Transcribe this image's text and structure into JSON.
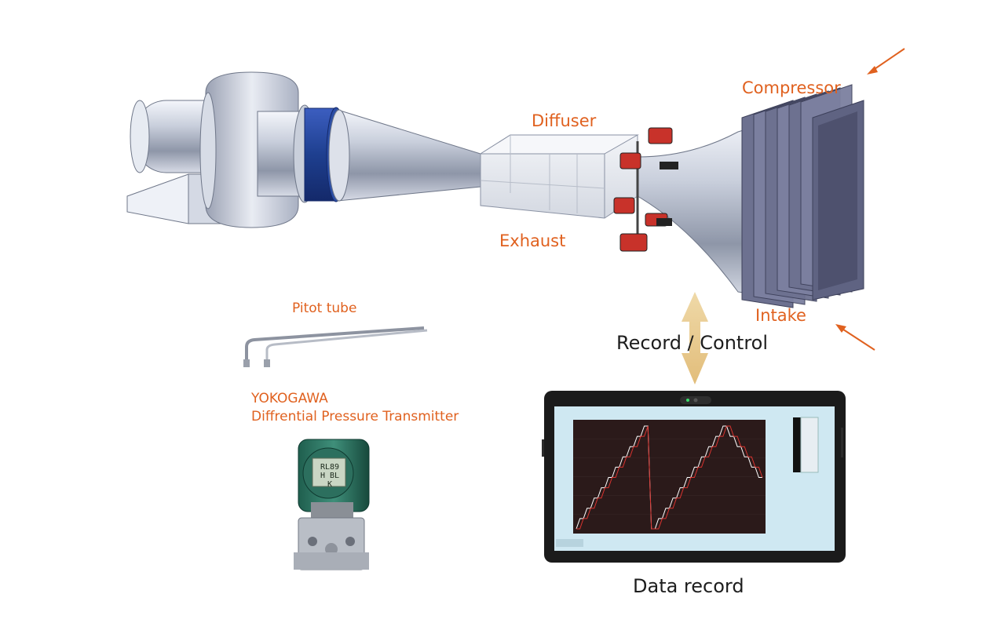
{
  "labels": {
    "compressor": "Compressor",
    "diffuser": "Diffuser",
    "exhaust": "Exhaust",
    "intake": "Intake",
    "pitot_tube": "Pitot tube",
    "transmitter_brand": "YOKOGAWA",
    "transmitter_name": "Diffrential Pressure Transmitter",
    "record_control": "Record / Control",
    "data_record": "Data record"
  },
  "transmitter_display": {
    "line1": "RL89",
    "line2": "H BL K"
  },
  "colors": {
    "label_orange": "#e0611f",
    "arrow_orange": "#e0611f",
    "duct_blue": "#1e3f8f",
    "double_arrow": "#e8c98a",
    "screen_bg": "#cfe8f2",
    "plot_bg": "#2b1a1a",
    "trace_white": "#ffffff",
    "trace_red": "#d8322e"
  },
  "chart_data": {
    "type": "line",
    "series": [
      {
        "values": [
          0,
          1,
          1,
          2,
          2,
          3,
          3,
          4,
          4,
          5,
          5,
          6,
          6,
          7,
          7,
          8,
          8,
          9,
          9,
          10,
          10,
          0,
          0,
          1,
          1,
          2,
          2,
          3,
          3,
          4,
          4,
          5,
          5,
          6,
          6,
          7,
          7,
          8,
          8,
          9,
          9,
          10,
          10,
          9,
          9,
          8,
          8,
          7,
          7,
          6,
          6,
          5,
          5
        ]
      },
      {
        "values": [
          0,
          0,
          1,
          1,
          2,
          2,
          3,
          3,
          4,
          4,
          5,
          5,
          6,
          6,
          7,
          7,
          8,
          8,
          9,
          9,
          10,
          0,
          0,
          0,
          1,
          1,
          2,
          2,
          3,
          3,
          4,
          4,
          5,
          5,
          6,
          6,
          7,
          7,
          8,
          8,
          9,
          9,
          10,
          10,
          9,
          9,
          8,
          8,
          7,
          7,
          6,
          6,
          5
        ]
      }
    ]
  }
}
